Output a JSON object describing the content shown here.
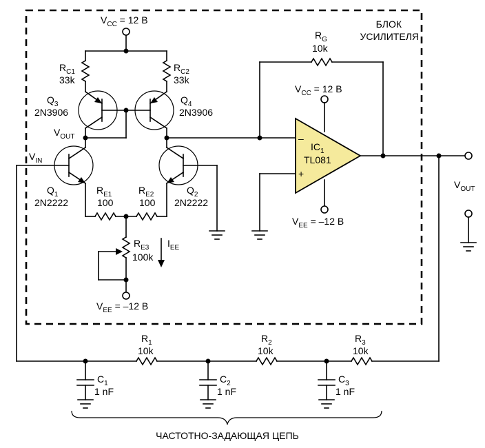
{
  "block_label": {
    "line1": "БЛОК",
    "line2": "УСИЛИТЕЛЯ"
  },
  "supplies": {
    "vcc_top": {
      "main": "V",
      "sub": "CC",
      "value": " = 12 В"
    },
    "vee_bottom": {
      "main": "V",
      "sub": "EE",
      "value": " = –12 В"
    },
    "vcc_ic": {
      "main": "V",
      "sub": "CC",
      "value": " = 12 В"
    },
    "vee_ic": {
      "main": "V",
      "sub": "EE",
      "value": " = –12 В"
    }
  },
  "resistors": {
    "rc1": {
      "main": "R",
      "sub": "C1",
      "value": "33k"
    },
    "rc2": {
      "main": "R",
      "sub": "C2",
      "value": "33k"
    },
    "re1": {
      "main": "R",
      "sub": "E1",
      "value": "100"
    },
    "re2": {
      "main": "R",
      "sub": "E2",
      "value": "100"
    },
    "re3": {
      "main": "R",
      "sub": "E3",
      "value": "100k"
    },
    "rg": {
      "main": "R",
      "sub": "G",
      "value": "10k"
    },
    "r1": {
      "main": "R",
      "sub": "1",
      "value": "10k"
    },
    "r2": {
      "main": "R",
      "sub": "2",
      "value": "10k"
    },
    "r3": {
      "main": "R",
      "sub": "3",
      "value": "10k"
    }
  },
  "capacitors": {
    "c1": {
      "main": "C",
      "sub": "1",
      "value": "1 nF"
    },
    "c2": {
      "main": "C",
      "sub": "2",
      "value": "1 nF"
    },
    "c3": {
      "main": "C",
      "sub": "3",
      "value": "1 nF"
    }
  },
  "transistors": {
    "q1": {
      "main": "Q",
      "sub": "1",
      "part": "2N2222"
    },
    "q2": {
      "main": "Q",
      "sub": "2",
      "part": "2N2222"
    },
    "q3": {
      "main": "Q",
      "sub": "3",
      "part": "2N3906"
    },
    "q4": {
      "main": "Q",
      "sub": "4",
      "part": "2N3906"
    }
  },
  "opamp": {
    "main": "IC",
    "sub": "1",
    "part": "TL081",
    "minus": "–",
    "plus": "+"
  },
  "signals": {
    "vin": {
      "main": "V",
      "sub": "IN"
    },
    "vout_inner": {
      "main": "V",
      "sub": "OUT"
    },
    "vout": {
      "main": "V",
      "sub": "OUT"
    },
    "iee": {
      "main": "I",
      "sub": "EE"
    }
  },
  "network_label": "ЧАСТОТНО-ЗАДАЮЩАЯ ЦЕПЬ"
}
